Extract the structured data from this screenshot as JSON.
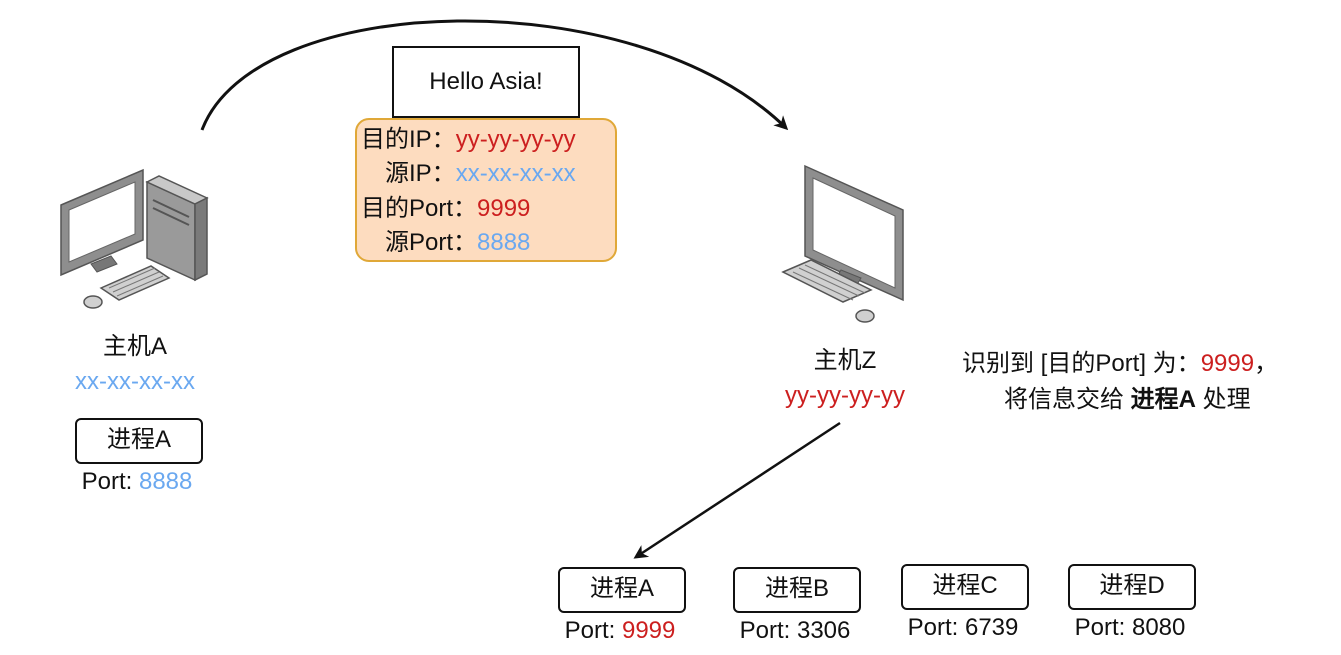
{
  "payload": {
    "text": "Hello Asia!"
  },
  "packet": {
    "dst_ip_label": "目的IP：",
    "dst_ip_value": "yy-yy-yy-yy",
    "src_ip_label": "源IP：",
    "src_ip_value": "xx-xx-xx-xx",
    "dst_port_label": "目的Port：",
    "dst_port_value": "9999",
    "src_port_label": "源Port：",
    "src_port_value": "8888"
  },
  "host_a": {
    "name": "主机A",
    "ip": "xx-xx-xx-xx",
    "process": {
      "name": "进程A",
      "port_label": "Port: ",
      "port_value": "8888"
    }
  },
  "host_z": {
    "name": "主机Z",
    "ip": "yy-yy-yy-yy",
    "note_line1_prefix": "识别到 [目的Port] 为：",
    "note_line1_value": "9999",
    "note_line1_suffix": "，",
    "note_line2_prefix": "将信息交给 ",
    "note_line2_bold": "进程A",
    "note_line2_suffix": " 处理",
    "processes": [
      {
        "name": "进程A",
        "port_label": "Port: ",
        "port_value": "9999"
      },
      {
        "name": "进程B",
        "port_label": "Port: ",
        "port_value": "3306"
      },
      {
        "name": "进程C",
        "port_label": "Port: ",
        "port_value": "6739"
      },
      {
        "name": "进程D",
        "port_label": "Port: ",
        "port_value": "8080"
      }
    ]
  },
  "colors": {
    "dest": "#cc1f1f",
    "source": "#6aa8f0",
    "packet_fill": "#fddcbf",
    "packet_border": "#e0a838"
  }
}
